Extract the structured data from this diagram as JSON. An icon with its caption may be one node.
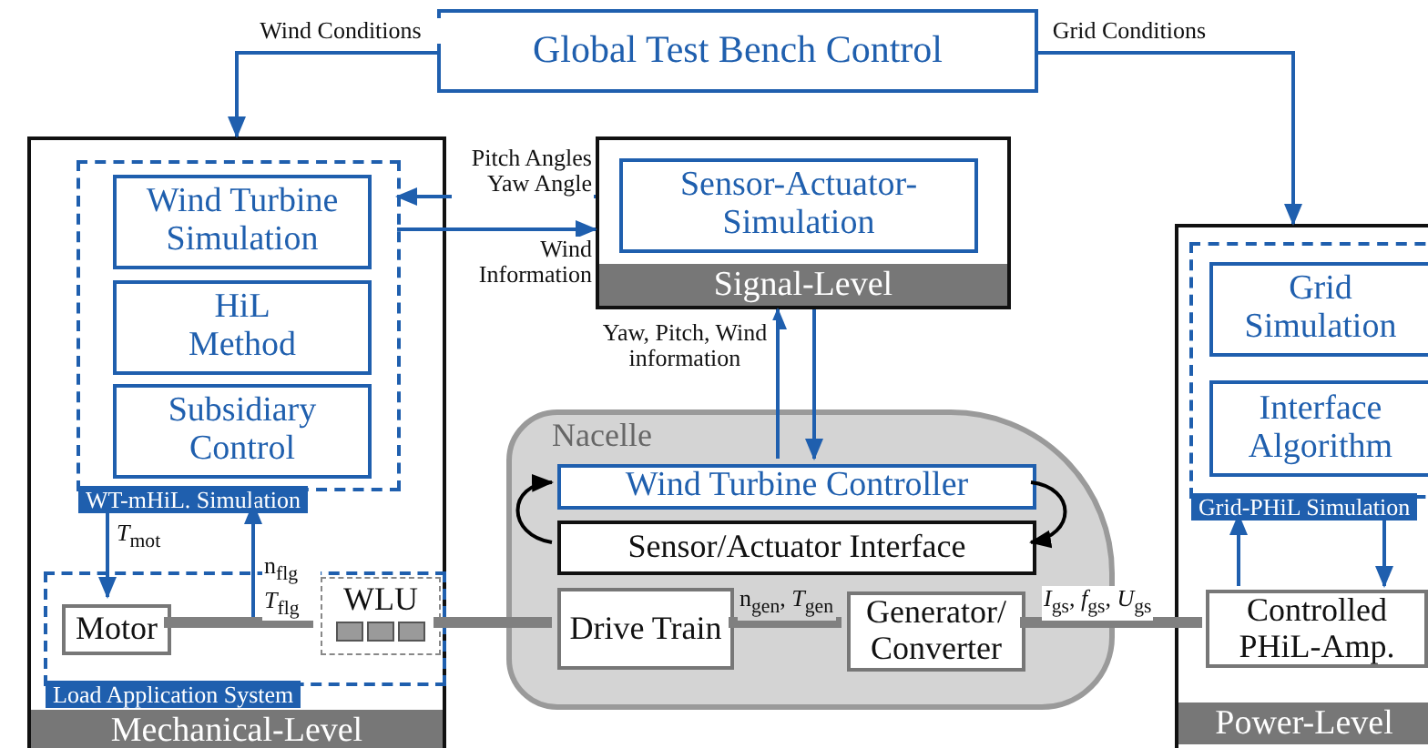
{
  "diagram": {
    "nodes": [
      {
        "text": [
          "Global Test Bench Control"
        ]
      },
      {
        "text": [
          "Mechanical-Level"
        ]
      },
      {
        "text": [
          "WT-mHiL. Simulation"
        ],
        "in": 1
      },
      {
        "text": [
          "Wind Turbine Simulation"
        ],
        "in": 2
      },
      {
        "text": [
          "HiL Method"
        ],
        "in": 2
      },
      {
        "text": [
          "Subsidiary Control"
        ],
        "in": 2
      },
      {
        "text": [
          "Load Application System"
        ],
        "in": 1
      },
      {
        "text": [
          "Motor"
        ],
        "in": 6
      },
      {
        "text": [
          "WLU"
        ],
        "in": 6
      },
      {
        "text": [
          "Signal-Level"
        ]
      },
      {
        "text": [
          "Sensor-Actuator-Simulation"
        ],
        "in": 9
      },
      {
        "text": [
          "Nacelle"
        ]
      },
      {
        "text": [
          "Wind Turbine Controller"
        ],
        "in": 11
      },
      {
        "text": [
          "Sensor/Actuator Interface"
        ],
        "in": 11
      },
      {
        "text": [
          "Drive Train"
        ],
        "in": 11
      },
      {
        "text": [
          "Generator/ Converter"
        ],
        "in": 11
      },
      {
        "text": [
          "Power-Level"
        ]
      },
      {
        "text": [
          "Grid-PHiL Simulation"
        ],
        "in": 16
      },
      {
        "text": [
          "Grid Simulation"
        ],
        "in": 17
      },
      {
        "text": [
          "Interface Algorithm"
        ],
        "in": 17
      },
      {
        "text": [
          "Controlled PHiL-Amp."
        ],
        "in": 16
      }
    ],
    "edges": [
      {
        "from": 0,
        "to": 1,
        "arrow": "to",
        "label": "Wind Conditions"
      },
      {
        "from": 0,
        "to": 16,
        "arrow": "to",
        "label": "Grid Conditions"
      },
      {
        "from": 9,
        "to": 2,
        "arrow": "to",
        "label": "Pitch Angles Yaw Angle"
      },
      {
        "from": 2,
        "to": 9,
        "arrow": "to",
        "label": "Wind Information"
      },
      {
        "from": 12,
        "to": 9,
        "arrow": "to",
        "label": "Yaw, Pitch, Wind information"
      },
      {
        "from": 9,
        "to": 12,
        "arrow": "to"
      },
      {
        "from": 13,
        "to": 12,
        "arrow": "to",
        "color": "#000000"
      },
      {
        "from": 12,
        "to": 13,
        "arrow": "to",
        "color": "#000000"
      },
      {
        "from": 2,
        "to": 7,
        "arrow": "to",
        "label": "*T*$_{mot}$"
      },
      {
        "from": 6,
        "to": 2,
        "arrow": "to",
        "label": "n$_{flg}$ *T*$_{flg}$"
      },
      {
        "from": 7,
        "to": 8,
        "arrow": "none",
        "style": "thick",
        "color": "#808080"
      },
      {
        "from": 8,
        "to": 14,
        "arrow": "none",
        "style": "thick",
        "color": "#808080"
      },
      {
        "from": 14,
        "to": 15,
        "arrow": "none",
        "style": "thick",
        "color": "#808080",
        "label": "n$_{gen}$, *T*$_{gen}$"
      },
      {
        "from": 15,
        "to": 20,
        "arrow": "none",
        "style": "thick",
        "color": "#808080",
        "label": "*I*$_{gs}$, *f*$_{gs}$, *U*$_{gs}$"
      },
      {
        "from": 20,
        "to": 17,
        "arrow": "to"
      },
      {
        "from": 17,
        "to": 20,
        "arrow": "to"
      }
    ]
  }
}
